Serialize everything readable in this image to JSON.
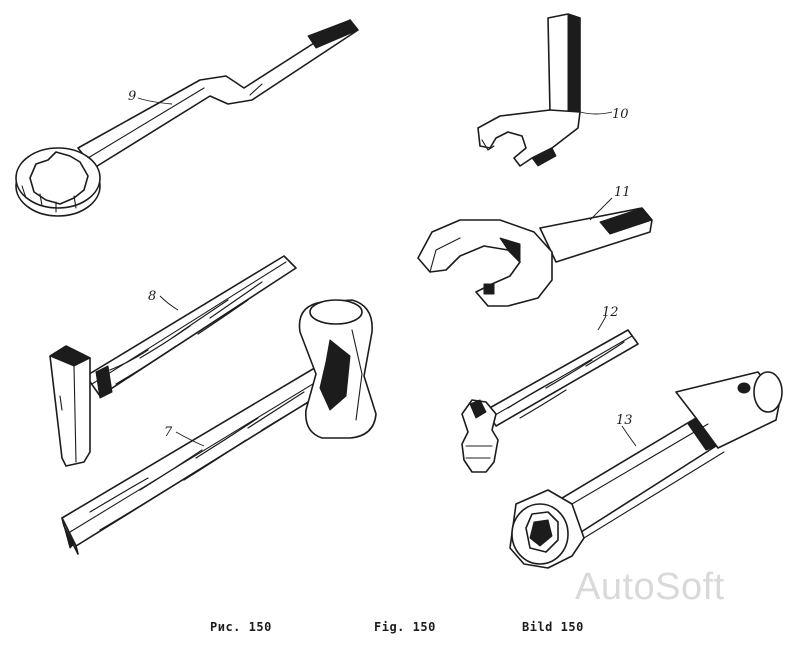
{
  "callouts": {
    "ring_spanner": "9",
    "bent_open_spanner": "10",
    "large_open_spanner": "11",
    "small_hammer": "12",
    "tube_socket_spanner": "13",
    "mallet": "7",
    "hammer": "8"
  },
  "captions": {
    "russian": "Рис. 150",
    "english": "Fig. 150",
    "german": "Bild 150"
  },
  "watermark": "AutoSoft"
}
